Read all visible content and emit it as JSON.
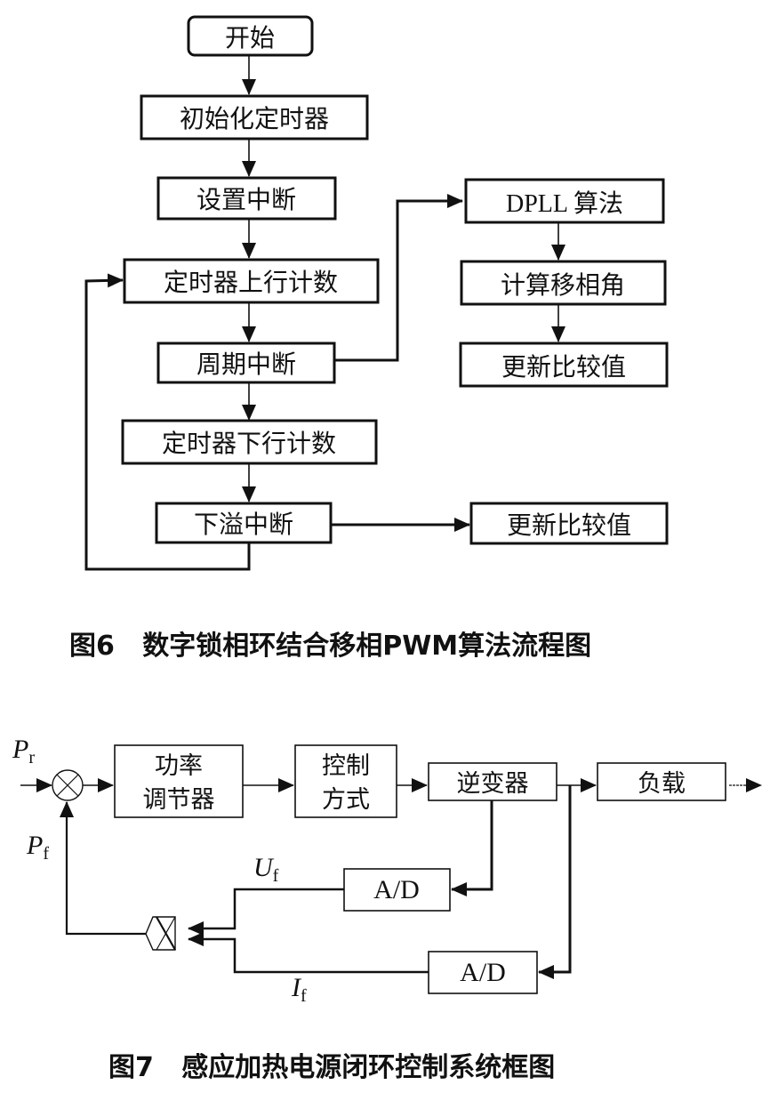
{
  "figure6": {
    "caption": "图6   数字锁相环结合移相PWM算法流程图",
    "nodes": {
      "start": "开始",
      "init_timer": "初始化定时器",
      "set_interrupt": "设置中断",
      "timer_count_up": "定时器上行计数",
      "period_interrupt": "周期中断",
      "timer_count_down": "定时器下行计数",
      "underflow_interrupt": "下溢中断",
      "dpll_algorithm": "DPLL 算法",
      "calc_phase_angle": "计算移相角",
      "update_compare_1": "更新比较值",
      "update_compare_2": "更新比较值"
    }
  },
  "figure7": {
    "caption": "图7   感应加热电源闭环控制系统框图",
    "blocks": {
      "power_regulator_line1": "功率",
      "power_regulator_line2": "调节器",
      "control_mode_line1": "控制",
      "control_mode_line2": "方式",
      "inverter": "逆变器",
      "load": "负载",
      "ad_voltage": "A/D",
      "ad_current": "A/D"
    },
    "signals": {
      "pr_main": "P",
      "pr_sub": "r",
      "pf_main": "P",
      "pf_sub": "f",
      "uf_main": "U",
      "uf_sub": "f",
      "if_main": "I",
      "if_sub": "f"
    }
  }
}
